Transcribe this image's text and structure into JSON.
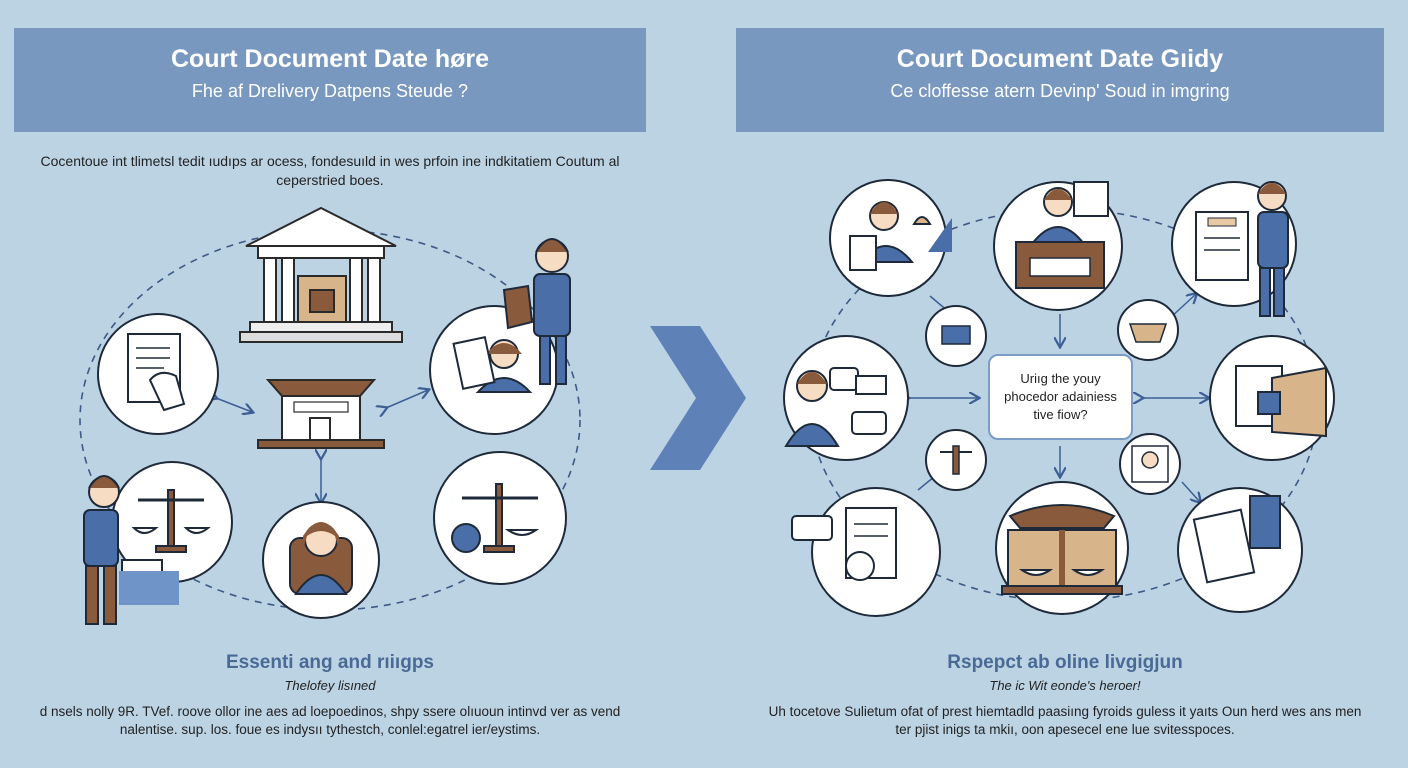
{
  "left_panel": {
    "banner_title": "Court Document Date høre",
    "banner_subtitle": "Fhe af Drelivery Datpens Steude ?",
    "intro": "Cocentoue int tlimetsl tedit ıudıps ar ocess, fondesuıld in wes prfoin ine indkitatiem Coutum al ceperstried boes.",
    "footer_title": "Essenti ang and rıiıgps",
    "footer_subtitle": "Thelofey lisıned",
    "footer_body": "d nsels nolly 9R. TVef. roove ollor ine aes ad loepoedinos, shpy ssere olıuoun intinvd ver as vend nalentise. sup. los. foue es indysıı tythestch, conlel:egatrel ier/eystims."
  },
  "right_panel": {
    "banner_title": "Court Document Date Gıidy",
    "banner_subtitle": "Ce cloffesse atern Devinp' Soud in imgring",
    "center_box_text": "Uriıg the youy phocedor adainiess tive fiow?",
    "footer_title": "Rspepct ab oline livgigjun",
    "footer_subtitle": "The ic Wit eonde's heroer!",
    "footer_body": "Uh tocetove Sulietum ofat of prest hiemtadld paasiıng fyroids guless it yaıts Oun herd wes ans men ter pjist inigs ta mkiı, oon apesecel ene lue svitesspoces."
  },
  "icons": {
    "court_building": "courthouse-icon",
    "small_courthouse": "small-courthouse-icon",
    "arrow": "chevron-right-icon",
    "scales": "scales-of-justice-icon",
    "document": "document-icon",
    "person": "person-icon"
  },
  "colors": {
    "background": "#bcd3e4",
    "banner": "#7898bf",
    "accent_blue": "#4a6fa8",
    "wood": "#8a5a3c",
    "tan": "#d8b48a"
  }
}
